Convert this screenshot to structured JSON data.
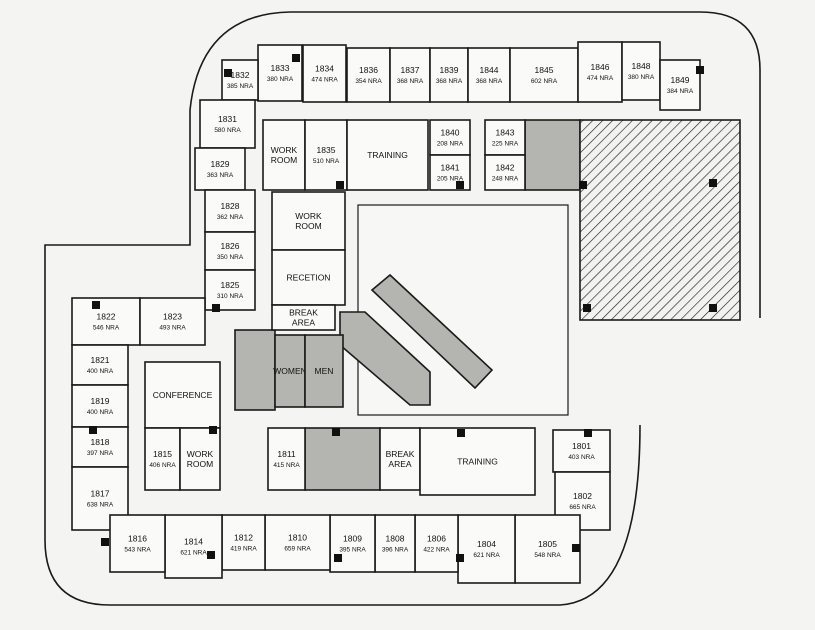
{
  "plan": {
    "colors": {
      "wall": "#1a1a1a",
      "shaded": "#b4b4b0",
      "background": "#f4f4f2"
    },
    "rooms": [
      {
        "lines": [
          "1833",
          "380 NRA"
        ]
      },
      {
        "lines": [
          "1834",
          "474 NRA"
        ]
      },
      {
        "lines": [
          "1836",
          "354 NRA"
        ]
      },
      {
        "lines": [
          "1837",
          "368 NRA"
        ]
      },
      {
        "lines": [
          "1839",
          "368 NRA"
        ]
      },
      {
        "lines": [
          "1844",
          "368 NRA"
        ]
      },
      {
        "lines": [
          "1845",
          "602 NRA"
        ]
      },
      {
        "lines": [
          "1846",
          "474 NRA"
        ]
      },
      {
        "lines": [
          "1848",
          "380 NRA"
        ]
      },
      {
        "lines": [
          "1849",
          "384 NRA"
        ]
      },
      {
        "lines": [
          "1832",
          "385 NRA"
        ]
      },
      {
        "lines": [
          "1831",
          "580 NRA"
        ]
      },
      {
        "lines": [
          "1829",
          "363 NRA"
        ]
      },
      {
        "lines": [
          "WORK",
          "ROOM"
        ]
      },
      {
        "lines": [
          "1835",
          "510 NRA"
        ]
      },
      {
        "lines": [
          "TRAINING"
        ]
      },
      {
        "lines": [
          "1840",
          "208 NRA"
        ]
      },
      {
        "lines": [
          "1841",
          "205 NRA"
        ]
      },
      {
        "lines": [
          "1843",
          "225 NRA"
        ]
      },
      {
        "lines": [
          "1842",
          "248 NRA"
        ]
      },
      {
        "lines": [
          "1828",
          "362 NRA"
        ]
      },
      {
        "lines": [
          "1826",
          "350 NRA"
        ]
      },
      {
        "lines": [
          "1825",
          "310 NRA"
        ]
      },
      {
        "lines": [
          "WORK",
          "ROOM"
        ]
      },
      {
        "lines": [
          "RECETION"
        ]
      },
      {
        "lines": [
          "BREAK",
          "AREA"
        ]
      },
      {
        "lines": [
          "WOMEN"
        ]
      },
      {
        "lines": [
          "MEN"
        ]
      },
      {
        "lines": [
          "1822",
          "546 NRA"
        ]
      },
      {
        "lines": [
          "1823",
          "493 NRA"
        ]
      },
      {
        "lines": [
          "1821",
          "400 NRA"
        ]
      },
      {
        "lines": [
          "1819",
          "400 NRA"
        ]
      },
      {
        "lines": [
          "1818",
          "397 NRA"
        ]
      },
      {
        "lines": [
          "1817",
          "638 NRA"
        ]
      },
      {
        "lines": [
          "CONFERENCE"
        ]
      },
      {
        "lines": [
          "1815",
          "406 NRA"
        ]
      },
      {
        "lines": [
          "WORK",
          "ROOM"
        ]
      },
      {
        "lines": [
          "1811",
          "415 NRA"
        ]
      },
      {
        "lines": [
          "BREAK",
          "AREA"
        ]
      },
      {
        "lines": [
          "TRAINING"
        ]
      },
      {
        "lines": [
          "1801",
          "403 NRA"
        ]
      },
      {
        "lines": [
          "1802",
          "665 NRA"
        ]
      },
      {
        "lines": [
          "1805",
          "548 NRA"
        ]
      },
      {
        "lines": [
          "1804",
          "621 NRA"
        ]
      },
      {
        "lines": [
          "1806",
          "422 NRA"
        ]
      },
      {
        "lines": [
          "1808",
          "396 NRA"
        ]
      },
      {
        "lines": [
          "1809",
          "395 NRA"
        ]
      },
      {
        "lines": [
          "1810",
          "659 NRA"
        ]
      },
      {
        "lines": [
          "1812",
          "419 NRA"
        ]
      },
      {
        "lines": [
          "1814",
          "621 NRA"
        ]
      },
      {
        "lines": [
          "1816",
          "543 NRA"
        ]
      }
    ]
  }
}
